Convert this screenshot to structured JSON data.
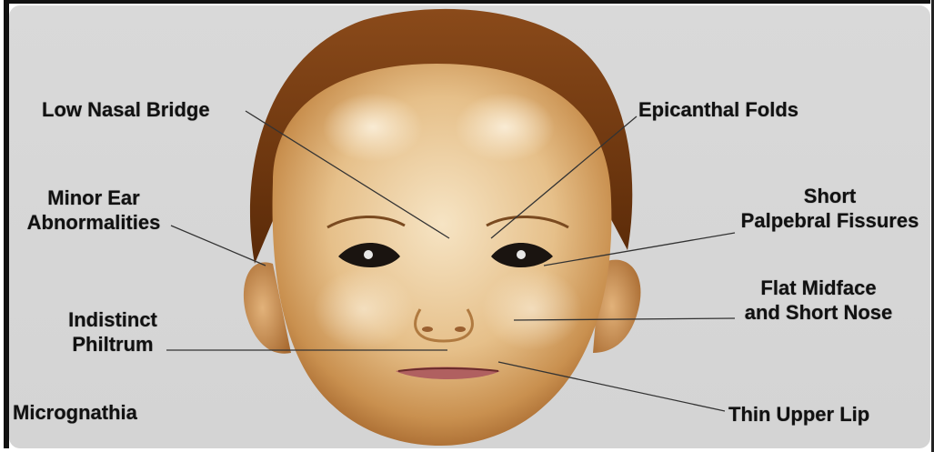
{
  "labels": {
    "low_nasal_bridge": "Low Nasal Bridge",
    "epicanthal_folds": "Epicanthal Folds",
    "minor_ear_line1": "Minor Ear",
    "minor_ear_line2": "Abnormalities",
    "short_pf_line1": "Short",
    "short_pf_line2": "Palpebral Fissures",
    "indistinct_line1": "Indistinct",
    "indistinct_line2": "Philtrum",
    "flat_midface_line1": "Flat Midface",
    "flat_midface_line2": "and Short Nose",
    "micrognathia": "Micrognathia",
    "thin_upper_lip": "Thin Upper Lip"
  },
  "colors": {
    "background": "#d6d6d6",
    "skin": "#e8c890",
    "skin_shadow": "#b07a40",
    "hair": "#6b3410",
    "leader_line": "#333333"
  }
}
